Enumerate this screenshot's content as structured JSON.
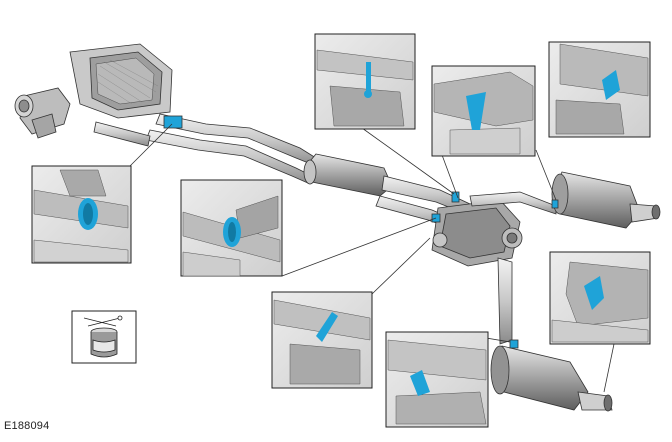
{
  "figure": {
    "id_label": "E188094",
    "accent_color": "#1fa3d8",
    "line_color": "#333333",
    "metal_light": "#d9d9d9",
    "metal_mid": "#b4b4b4",
    "metal_dark": "#7d7d7d"
  },
  "callouts": [
    {
      "key": "front-clamp",
      "icon": "clamp-icon"
    },
    {
      "key": "mid-clamp",
      "icon": "clamp-icon"
    },
    {
      "key": "hanger-top",
      "icon": "hanger-icon"
    },
    {
      "key": "hanger-left-muffler",
      "icon": "hanger-icon"
    },
    {
      "key": "hanger-left-tip",
      "icon": "hanger-icon"
    },
    {
      "key": "hanger-lower",
      "icon": "hanger-icon"
    },
    {
      "key": "hanger-right-tip",
      "icon": "hanger-icon"
    },
    {
      "key": "hanger-right-muffler",
      "icon": "hanger-icon"
    }
  ],
  "tool_icon": "sealant-pot-icon"
}
